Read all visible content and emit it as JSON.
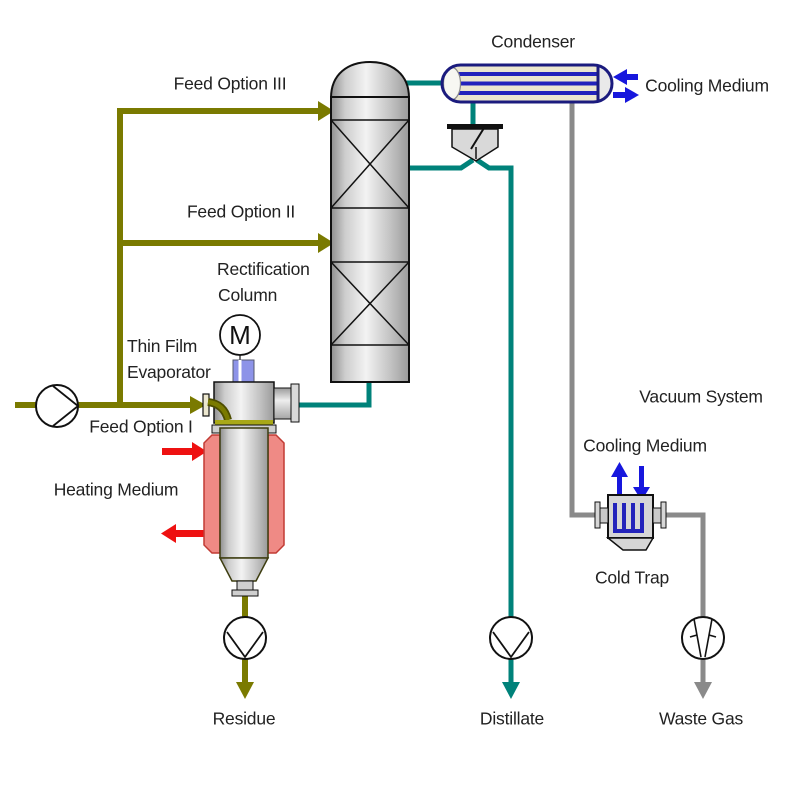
{
  "labels": {
    "condenser": "Condenser",
    "cooling_medium_condenser": "Cooling Medium",
    "feed_option_3": "Feed Option III",
    "feed_option_2": "Feed Option II",
    "rectification_line1": "Rectification",
    "rectification_line2": "Column",
    "thin_film_line1": "Thin Film",
    "thin_film_line2": "Evaporator",
    "feed_option_1": "Feed Option I",
    "heating_medium": "Heating Medium",
    "vacuum_system": "Vacuum System",
    "cooling_medium_cold_trap": "Cooling Medium",
    "cold_trap": "Cold Trap",
    "residue": "Residue",
    "distillate": "Distillate",
    "waste_gas": "Waste Gas",
    "motor": "M"
  },
  "colors": {
    "feed-line": "#7a7a00",
    "distillate-line": "#00827a",
    "vacuum-line": "#8a8a8a",
    "heating-arrow": "#ee1111",
    "cooling-arrow": "#1717dd",
    "condenser-tube": "#2323bb",
    "condenser-border": "#1b1b7e",
    "jacket-fill": "#ef8a85",
    "jacket-edge": "#c23b34",
    "text": "#222222"
  }
}
